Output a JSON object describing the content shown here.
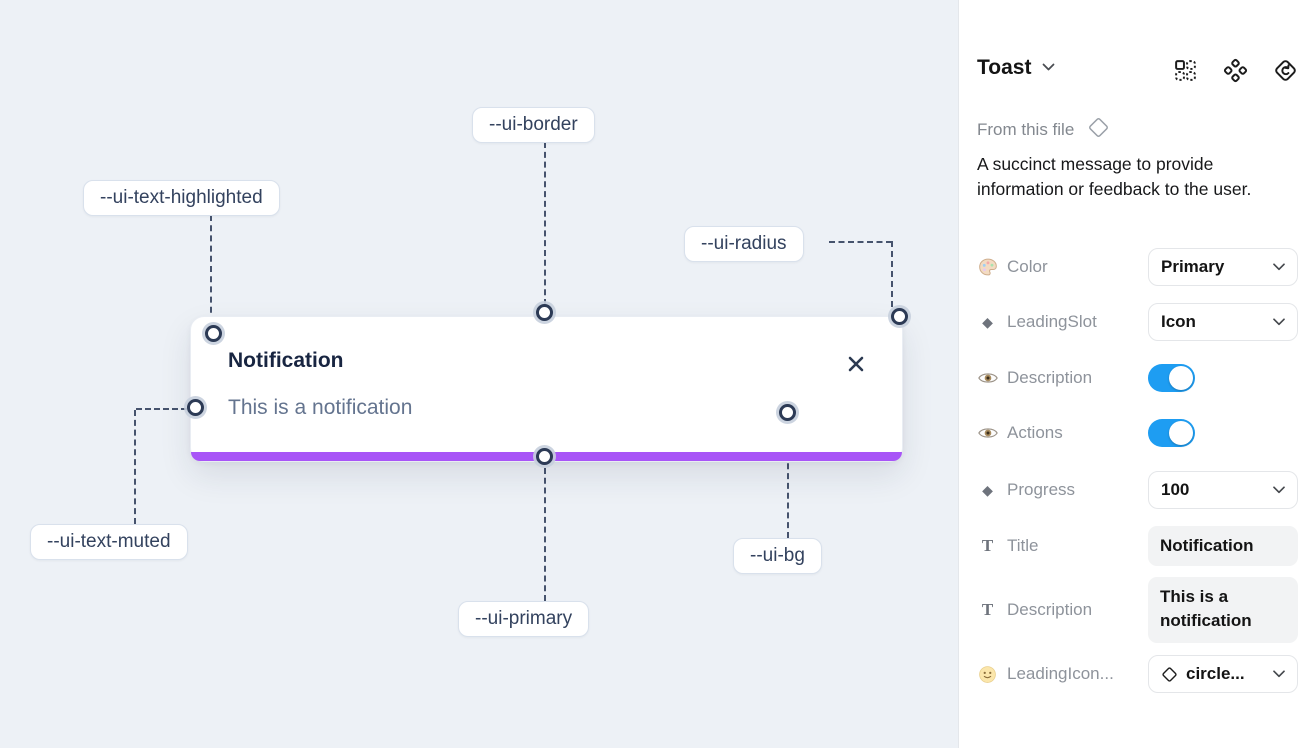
{
  "canvas": {
    "background_color": "#edf1f6",
    "toast": {
      "title": "Notification",
      "description": "This is a notification",
      "progress_color": "#a855f7"
    },
    "labels": [
      {
        "text": "--ui-border"
      },
      {
        "text": "--ui-text-highlighted"
      },
      {
        "text": "--ui-radius"
      },
      {
        "text": "--ui-text-muted"
      },
      {
        "text": "--ui-primary"
      },
      {
        "text": "--ui-bg"
      }
    ]
  },
  "panel": {
    "title": "Toast",
    "source_label": "From this file",
    "description": "A succinct message to provide information or feedback to the user.",
    "toggle_color": "#1e9df2",
    "properties": [
      {
        "label": "Color",
        "icon": "palette-icon",
        "control": "select",
        "value": "Primary"
      },
      {
        "label": "LeadingSlot",
        "icon": "diamond-icon",
        "control": "select",
        "value": "Icon"
      },
      {
        "label": "Description",
        "icon": "eye-icon",
        "control": "toggle",
        "value": "on"
      },
      {
        "label": "Actions",
        "icon": "eye-icon",
        "control": "toggle",
        "value": "on"
      },
      {
        "label": "Progress",
        "icon": "diamond-icon",
        "control": "select",
        "value": "100"
      },
      {
        "label": "Title",
        "icon": "text-icon",
        "control": "text-field",
        "value": "Notification"
      },
      {
        "label": "Description",
        "icon": "text-icon",
        "control": "text-field",
        "value": "This is a notification"
      },
      {
        "label": "LeadingIcon...",
        "icon": "smiley-icon",
        "control": "select-with-icon",
        "value": "circle..."
      }
    ]
  }
}
